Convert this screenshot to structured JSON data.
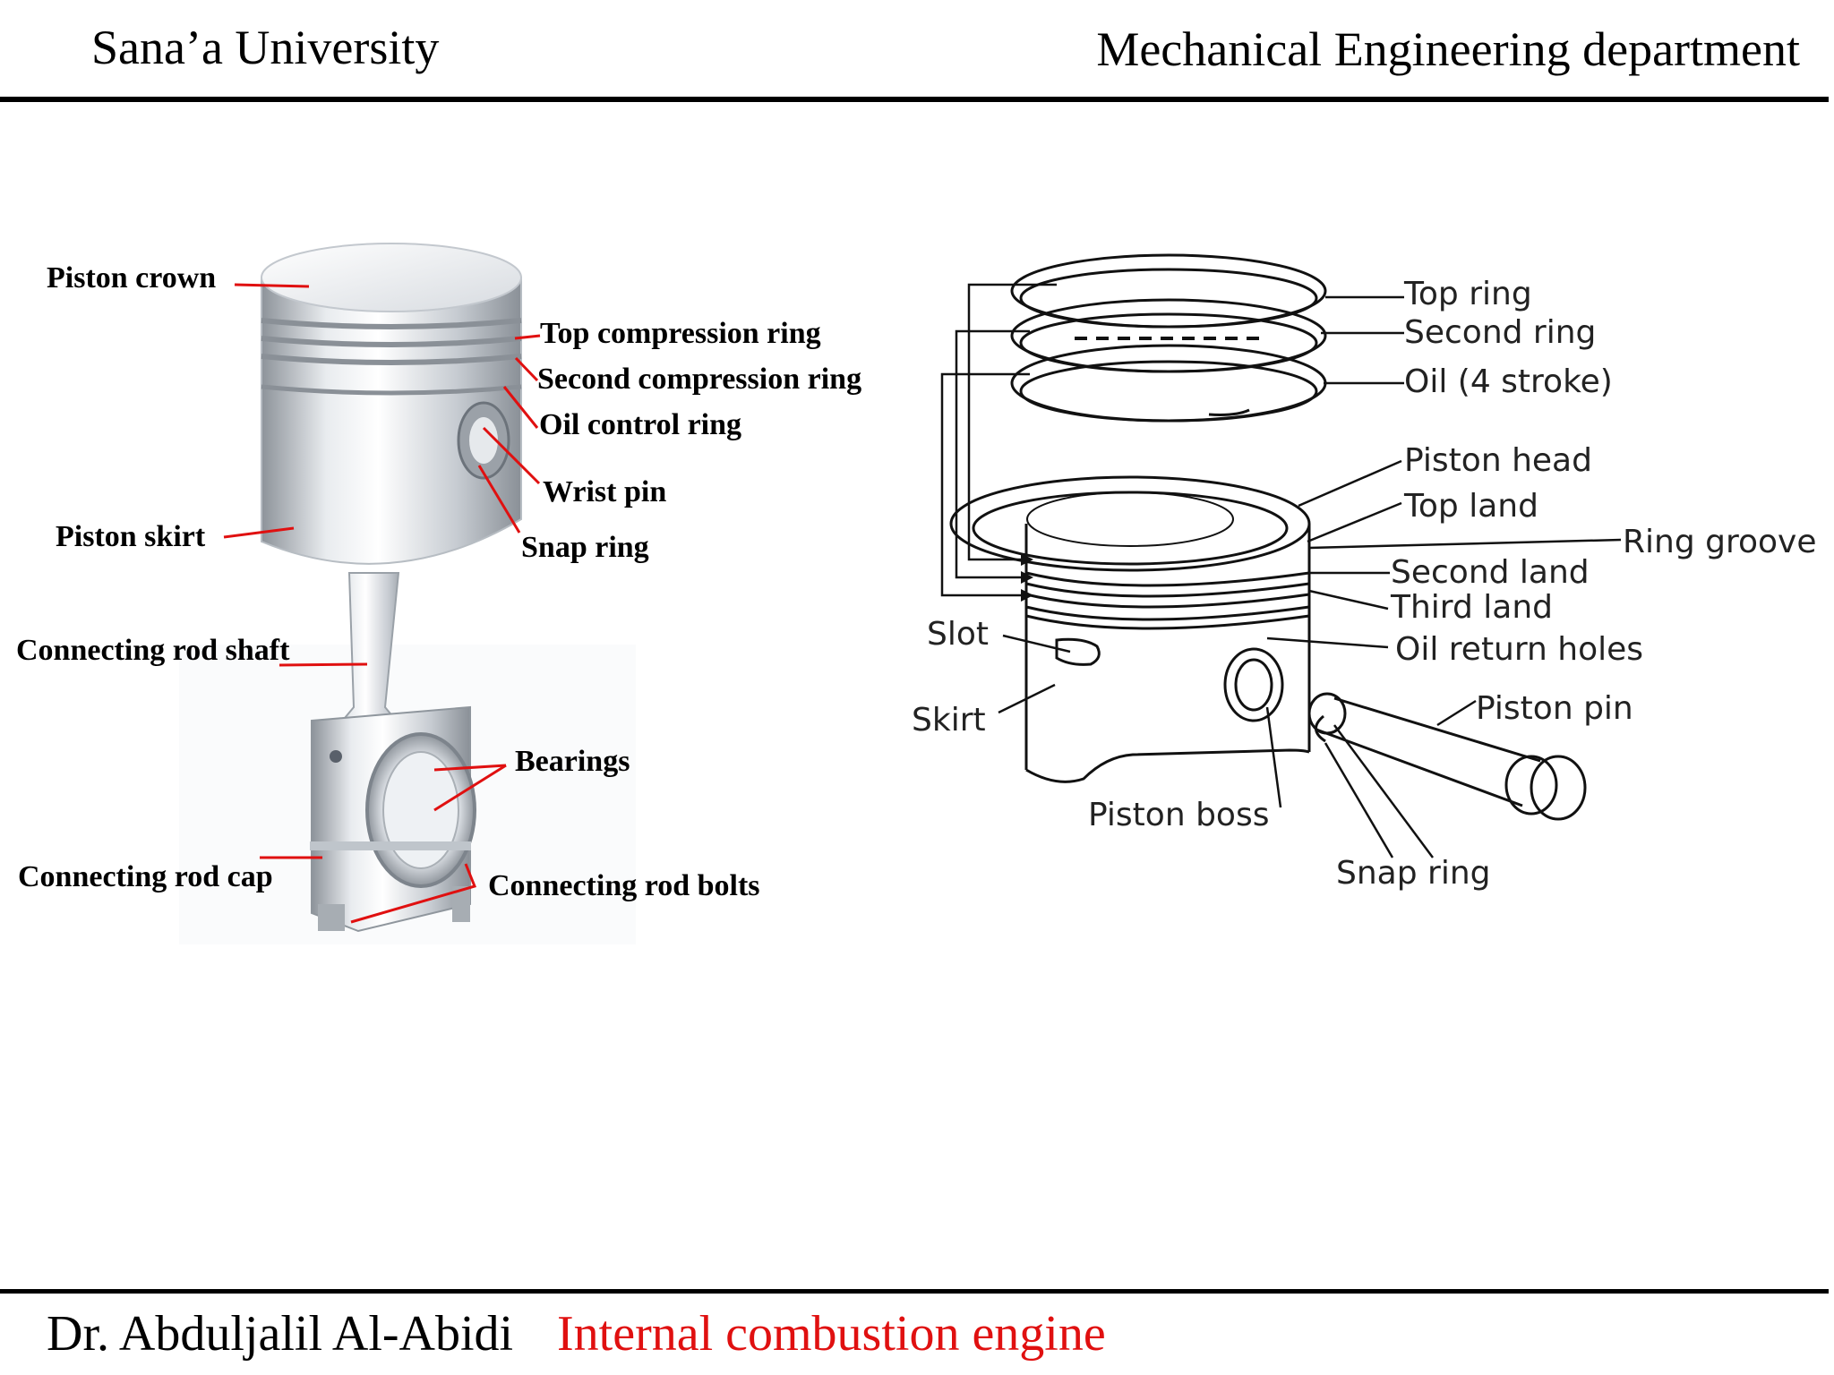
{
  "header": {
    "left_title": "Sana’a University",
    "right_title": "Mechanical  Engineering department"
  },
  "left_diagram": {
    "labels": {
      "piston_crown": "Piston crown",
      "top_compression_ring": "Top compression ring",
      "second_compression_ring": "Second compression ring",
      "oil_control_ring": "Oil control ring",
      "wrist_pin": "Wrist pin",
      "snap_ring": "Snap ring",
      "piston_skirt": "Piston skirt",
      "connecting_rod_shaft": "Connecting rod shaft",
      "bearings": "Bearings",
      "connecting_rod_cap": "Connecting rod cap",
      "connecting_rod_bolts": "Connecting rod bolts"
    },
    "leader_color": "#e01010"
  },
  "right_diagram": {
    "labels": {
      "top_ring": "Top ring",
      "second_ring": "Second ring",
      "oil_ring": "Oil (4 stroke)",
      "piston_head": "Piston head",
      "top_land": "Top land",
      "ring_groove": "Ring groove",
      "second_land": "Second land",
      "third_land": "Third land",
      "oil_return_holes": "Oil return holes",
      "slot": "Slot",
      "skirt": "Skirt",
      "piston_pin": "Piston pin",
      "piston_boss": "Piston boss",
      "snap_ring": "Snap ring"
    }
  },
  "footer": {
    "author": "Dr. Abduljalil Al-Abidi",
    "course": "Internal combustion engine",
    "course_color": "#e01010"
  }
}
